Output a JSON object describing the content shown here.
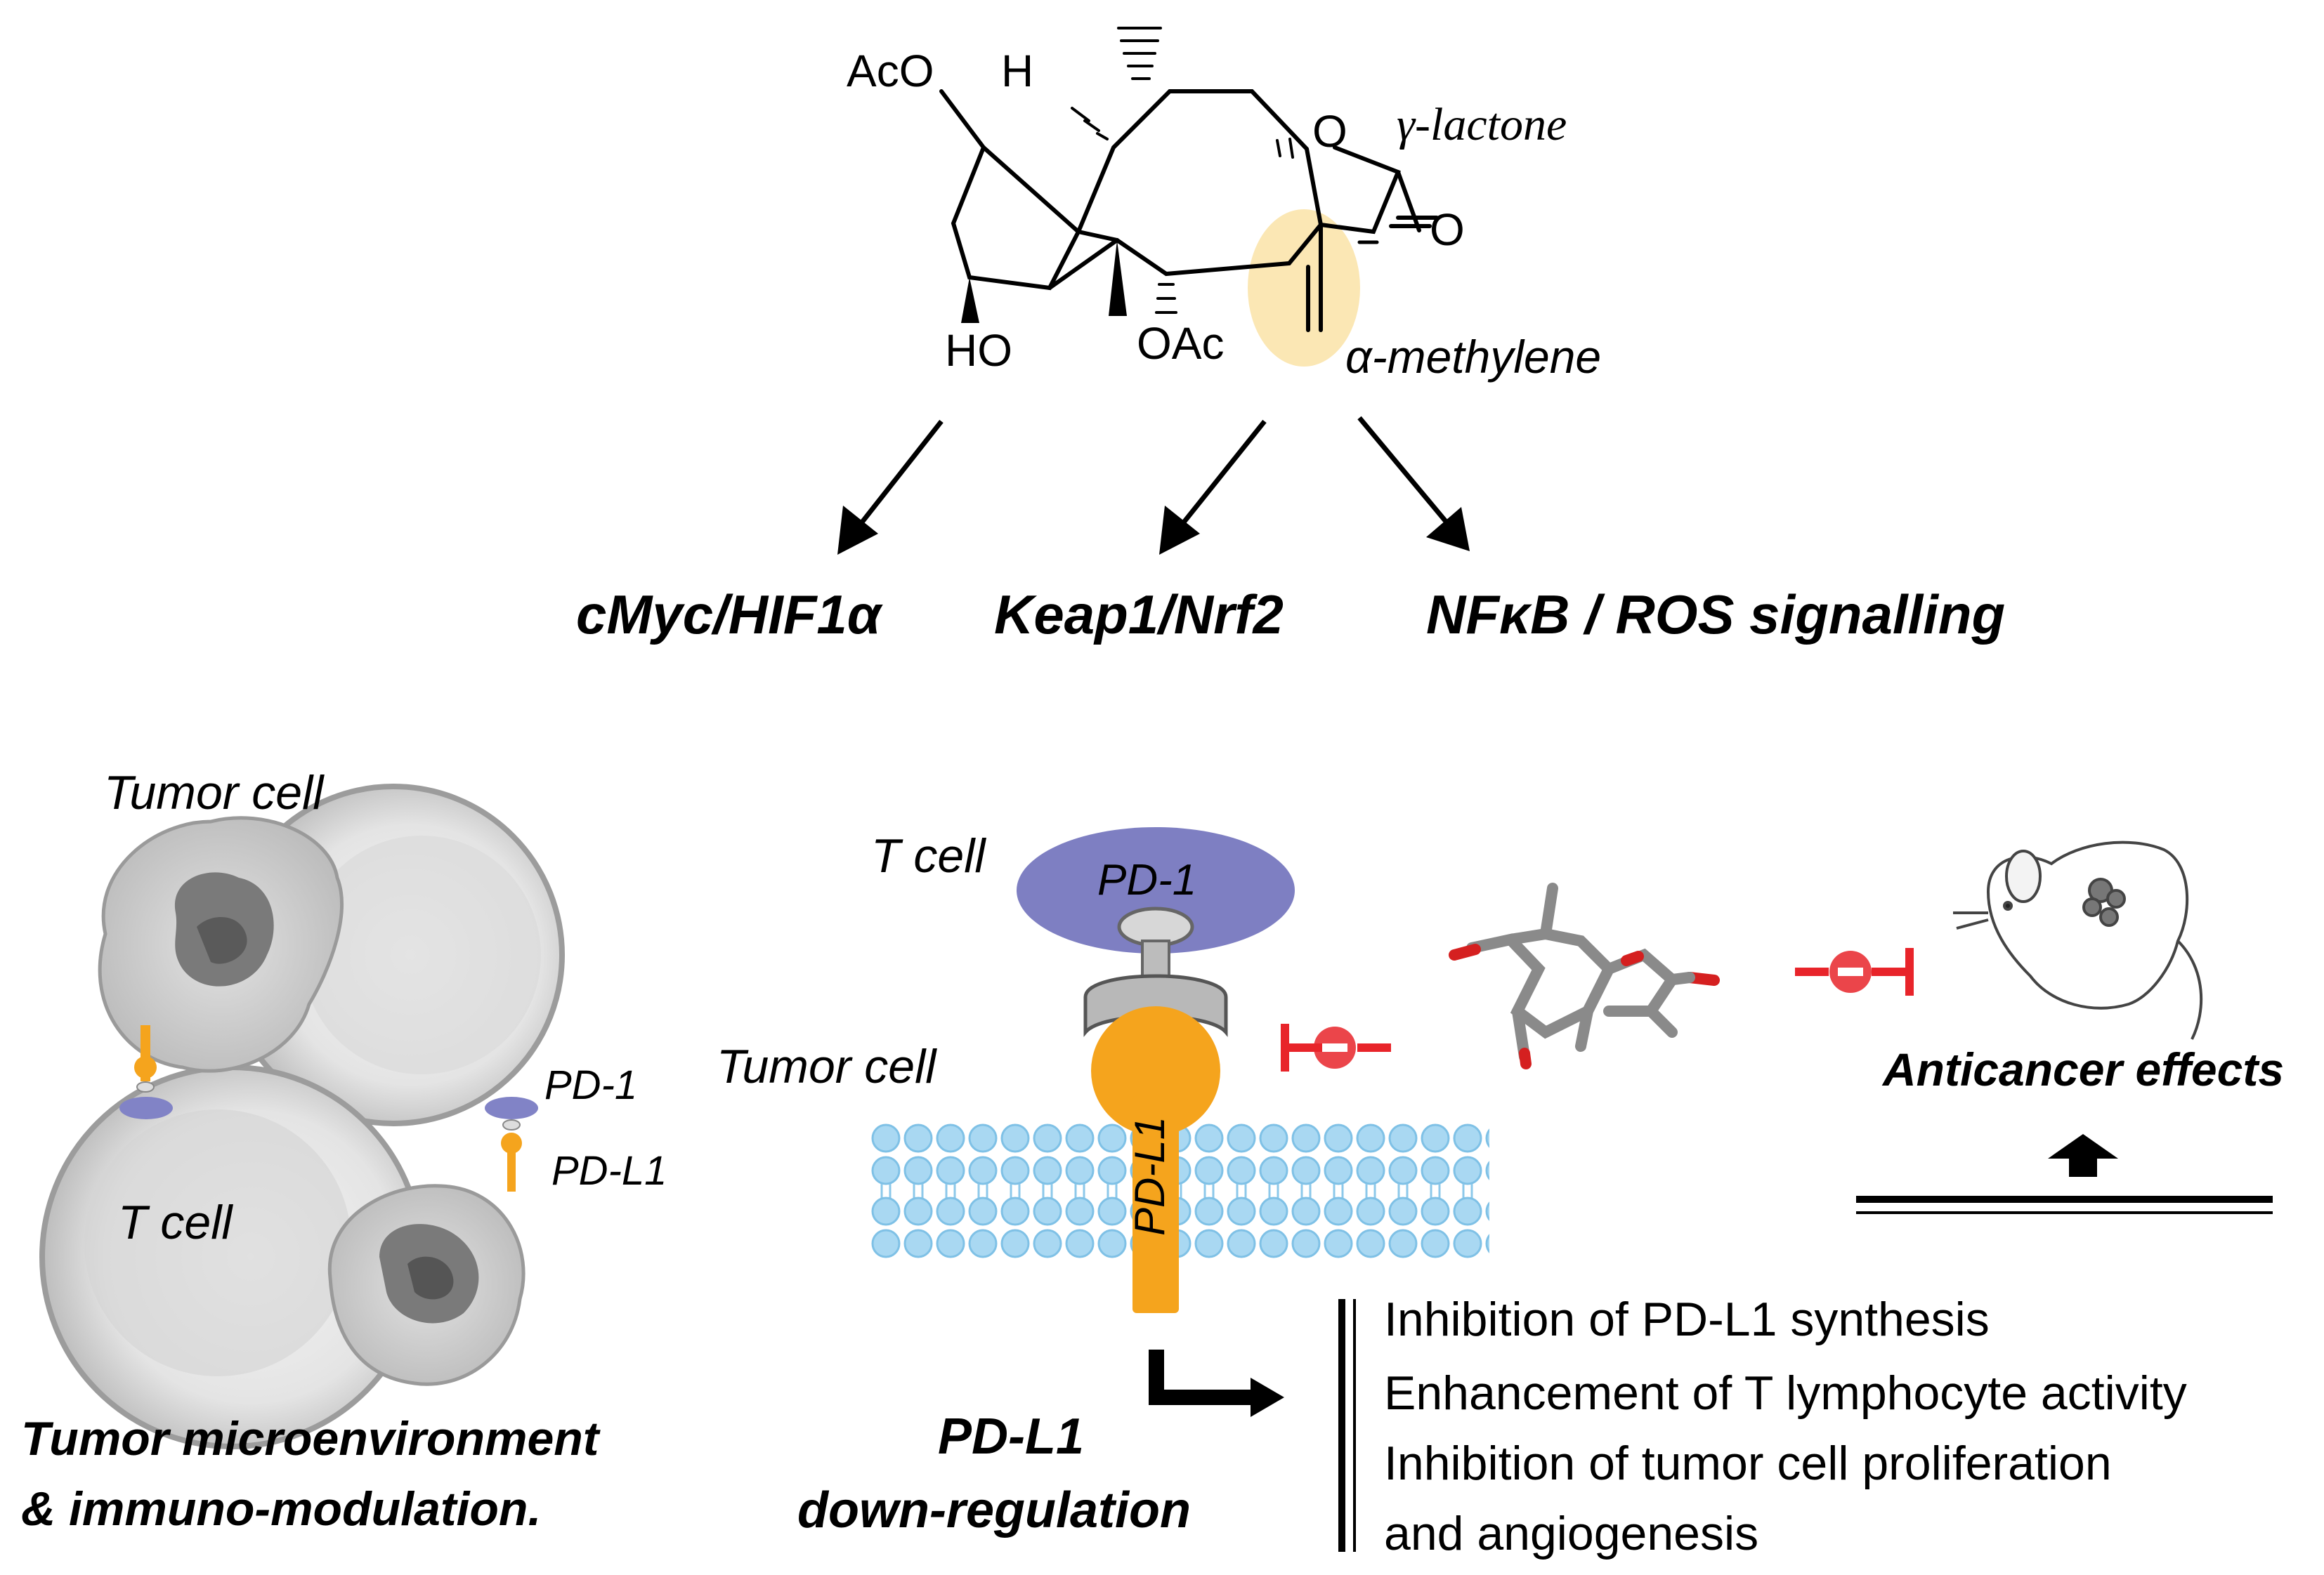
{
  "molecule": {
    "groups": {
      "aco": "AcO",
      "h": "H",
      "ho": "HO",
      "oac": "OAc",
      "ring_o": "O",
      "carbonyl_o": "O"
    },
    "annotations": {
      "lactone": "γ-lactone",
      "methylene": "α-methylene"
    },
    "highlight_color": "#fbe7b4"
  },
  "pathways": [
    "cMyc/HIF1α",
    "Keap1/Nrf2",
    "NFκB / ROS signalling"
  ],
  "microenvironment": {
    "tumor_cell_label": "Tumor cell",
    "t_cell_label": "T cell",
    "pd1_label": "PD-1",
    "pdl1_label": "PD-L1",
    "caption_line1": "Tumor microenvironment",
    "caption_line2": "& immuno-modulation."
  },
  "membrane_panel": {
    "t_cell_label": "T cell",
    "tumor_cell_label": "Tumor cell",
    "pd1_label": "PD-1",
    "pdl1_label": "PD-L1",
    "caption_line1": "PD-L1",
    "caption_line2": "down-regulation",
    "colors": {
      "pd1": "#7e7fc2",
      "pdl1": "#f5a41d",
      "lipid": "#a9d8f2",
      "inhibitor": "#e8242a"
    }
  },
  "outcome": {
    "label": "Anticancer effects"
  },
  "effects_list": [
    "Inhibition of PD-L1 synthesis",
    "Enhancement of T lymphocyte activity",
    "Inhibition of tumor cell proliferation",
    "and angiogenesis"
  ]
}
